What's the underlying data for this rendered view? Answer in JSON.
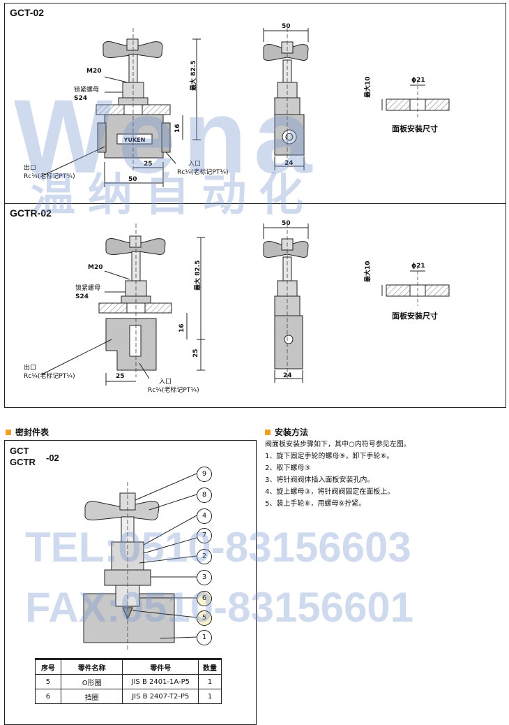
{
  "top_panel": {
    "gct_title": "GCT-02",
    "gctr_title": "GCTR-02",
    "gct": {
      "m20": "M20",
      "lock_nut": "锁紧螺母",
      "s24": "S24",
      "dim_82_5": "最大 82.5",
      "dim_16": "16",
      "dim_25": "25",
      "dim_50": "50",
      "outlet": "出口",
      "outlet_rc": "Rc¼(老标记PT¼)",
      "inlet": "入口",
      "inlet_rc": "Rc¼(老标记PT¼)",
      "side_50": "50",
      "side_24": "24",
      "panel_phi21": "ϕ21",
      "panel_max10": "最大10",
      "panel_caption": "面板安装尺寸"
    },
    "gctr": {
      "m20": "M20",
      "lock_nut": "锁紧螺母",
      "s24": "S24",
      "dim_82_5": "最大 82.5",
      "dim_16": "16",
      "dim_25v": "25",
      "dim_25": "25",
      "outlet": "出口",
      "outlet_rc": "Rc¼(老标记PT¼)",
      "inlet": "入口",
      "inlet_rc": "Rc¼(老标记PT¼)",
      "side_50": "50",
      "side_24": "24",
      "panel_phi21": "ϕ21",
      "panel_max10": "最大10",
      "panel_caption": "面板安装尺寸"
    }
  },
  "seal_section": {
    "heading": "密封件表",
    "model_a": "GCT",
    "model_b": "GCTR",
    "model_suffix": "-02",
    "bubbles": [
      "9",
      "8",
      "4",
      "7",
      "2",
      "3",
      "6",
      "5",
      "1"
    ],
    "table": {
      "headers": [
        "序号",
        "零件名称",
        "零件号",
        "数量"
      ],
      "rows": [
        [
          "5",
          "O形圈",
          "JIS B 2401-1A-P5",
          "1"
        ],
        [
          "6",
          "挡圈",
          "JIS B 2407-T2-P5",
          "1"
        ]
      ]
    }
  },
  "install_section": {
    "heading": "安装方法",
    "intro": "阀面板安装步骤如下，其中○内符号参见左图。",
    "steps": [
      "1、旋下固定手轮的螺母⑨，卸下手轮⑧。",
      "2、取下螺母③",
      "3、将针阀阀体插入面板安装孔内。",
      "4、旋上螺母③，将针阀阀固定在面板上。",
      "5、装上手轮⑧，用螺母⑨拧紧。"
    ]
  },
  "watermarks": {
    "brand": "Wena",
    "brand_cn": "温 纳 自 动 化",
    "tel": "TEL:0510-83156603",
    "fax": "FAX:0510-83156601"
  },
  "colors": {
    "accent": "#f0a020",
    "watermark": "#7896d2",
    "hatch": "#999999"
  }
}
